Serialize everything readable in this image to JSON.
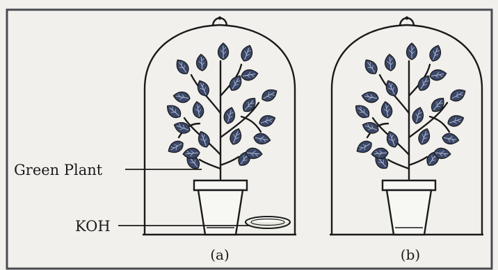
{
  "labels": {
    "green_plant": "Green Plant",
    "koh": "KOH"
  },
  "panels": [
    {
      "caption": "(a)"
    },
    {
      "caption": "(b)"
    }
  ],
  "colors": {
    "ink": "#1a1a1a",
    "leaf": "#3a4768",
    "leaf_vein": "#b9c1d6",
    "paper": "#f1f0ec",
    "border": "#4a4a52"
  }
}
